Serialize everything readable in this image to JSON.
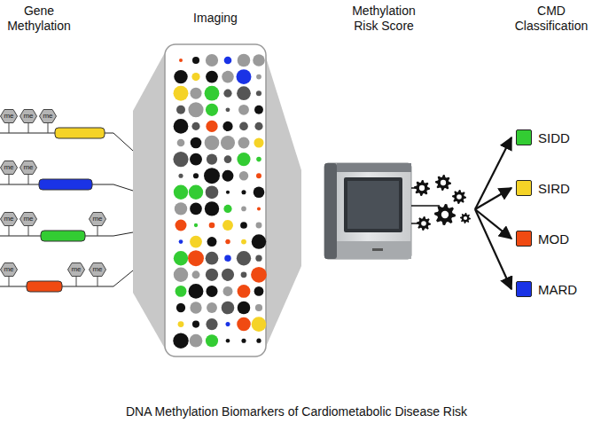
{
  "diagram": {
    "caption": "DNA Methylation Biomarkers of Cardiometabolic Disease Risk",
    "nodes": [
      {
        "text": [
          "me"
        ]
      },
      {
        "text": [
          "me"
        ]
      },
      {
        "text": [
          "me"
        ]
      },
      {
        "text": [
          "me"
        ]
      },
      {
        "text": [
          "me"
        ]
      },
      {
        "text": [
          "me"
        ]
      },
      {
        "text": [
          "me"
        ]
      },
      {
        "text": [
          "me"
        ]
      },
      {
        "text": [
          "me"
        ]
      },
      {
        "text": [
          "me"
        ]
      },
      {
        "text": [
          "me"
        ]
      },
      {
        "text": [
          "SIDD"
        ]
      },
      {
        "text": [
          "SIRD"
        ]
      },
      {
        "text": [
          "MOD"
        ]
      },
      {
        "text": [
          "MARD"
        ]
      }
    ],
    "labels": [
      "Gene Methylation",
      "Imaging",
      "Methylation Risk Score",
      "CMD Classification"
    ]
  }
}
